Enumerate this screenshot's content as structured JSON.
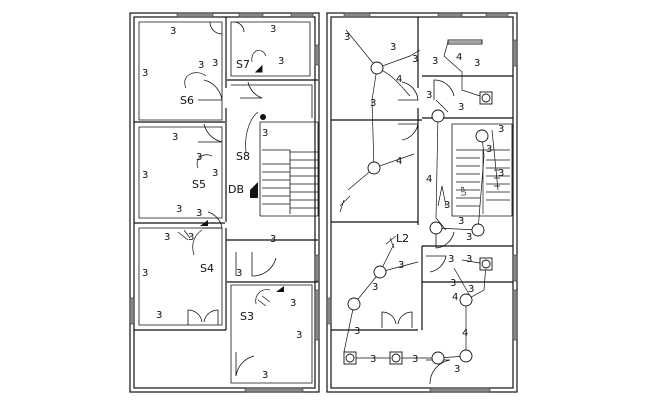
{
  "left_plan": {
    "switches": [
      "S6",
      "S7",
      "S8",
      "S5",
      "S4",
      "S3"
    ],
    "db": "DB",
    "wire_counts": [
      "3",
      "3",
      "3",
      "3",
      "3",
      "3",
      "3",
      "3",
      "3",
      "3",
      "3",
      "3",
      "3",
      "3",
      "3",
      "3",
      "3",
      "3",
      "3",
      "3",
      "3",
      "3"
    ]
  },
  "right_plan": {
    "lighting_label": "L2",
    "stair_note": "UP",
    "wire_counts_3": [
      "3",
      "3",
      "3",
      "3",
      "3",
      "3",
      "3",
      "3",
      "3",
      "3",
      "3",
      "3",
      "3",
      "3",
      "3",
      "3",
      "3",
      "3",
      "3",
      "3",
      "3",
      "3",
      "3",
      "3"
    ],
    "wire_counts_4": [
      "4",
      "4",
      "4",
      "4",
      "4",
      "4"
    ]
  },
  "colors": {
    "line": "#111111",
    "window": "#888888",
    "background": "#ffffff"
  }
}
